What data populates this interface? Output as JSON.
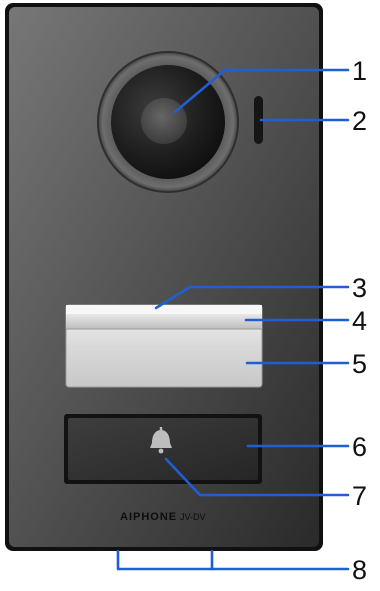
{
  "device": {
    "brand": "AIPHONE",
    "model": "JV-DV",
    "colors": {
      "panel_light": "#737373",
      "panel_dark": "#2b2b2b",
      "frame": "#0f0f0f",
      "leader_line": "#1f5fd6",
      "callout_text": "#111111"
    }
  },
  "callouts": [
    {
      "number": "1",
      "target": "camera-lens"
    },
    {
      "number": "2",
      "target": "microphone"
    },
    {
      "number": "3",
      "target": "nameplate-top"
    },
    {
      "number": "4",
      "target": "nameplate-strip"
    },
    {
      "number": "5",
      "target": "nameplate"
    },
    {
      "number": "6",
      "target": "call-button"
    },
    {
      "number": "7",
      "target": "bell-icon"
    },
    {
      "number": "8",
      "target": "bottom-edge"
    }
  ],
  "icons": {
    "bell": "bell-icon"
  }
}
